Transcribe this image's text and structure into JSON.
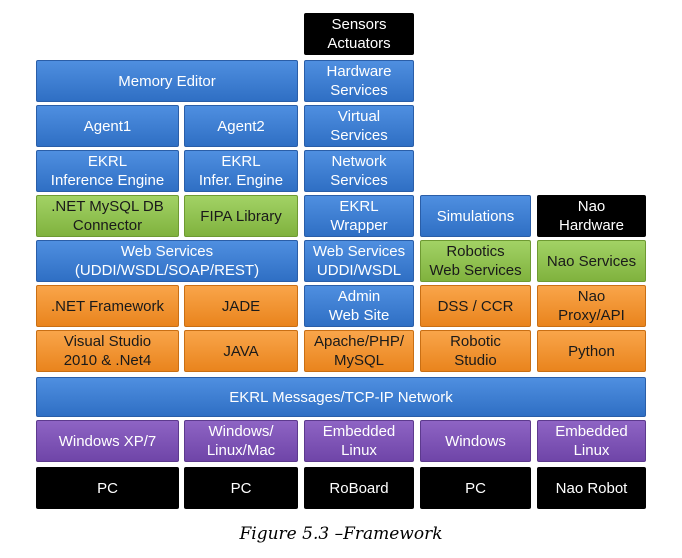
{
  "blocks": [
    {
      "id": "sensors-actuators",
      "text": "Sensors\nActuators",
      "color": "black"
    },
    {
      "id": "memory-editor",
      "text": "Memory Editor",
      "color": "blue"
    },
    {
      "id": "hardware-services",
      "text": "Hardware\nServices",
      "color": "blue"
    },
    {
      "id": "agent1",
      "text": "Agent1",
      "color": "blue"
    },
    {
      "id": "agent2",
      "text": "Agent2",
      "color": "blue"
    },
    {
      "id": "virtual-services",
      "text": "Virtual\nServices",
      "color": "blue"
    },
    {
      "id": "ekrl-inference-engine",
      "text": "EKRL\nInference  Engine",
      "color": "blue"
    },
    {
      "id": "ekrl-infer-engine",
      "text": "EKRL\nInfer. Engine",
      "color": "blue"
    },
    {
      "id": "network-services",
      "text": "Network\nServices",
      "color": "blue"
    },
    {
      "id": "net-mysql-db-connector",
      "text": ".NET MySQL DB\nConnector",
      "color": "green"
    },
    {
      "id": "fipa-library",
      "text": "FIPA Library",
      "color": "green"
    },
    {
      "id": "ekrl-wrapper",
      "text": "EKRL\nWrapper",
      "color": "blue"
    },
    {
      "id": "simulations",
      "text": "Simulations",
      "color": "blue"
    },
    {
      "id": "nao-hardware",
      "text": "Nao\nHardware",
      "color": "black"
    },
    {
      "id": "web-services-rest",
      "text": "Web Services\n(UDDI/WSDL/SOAP/REST)",
      "color": "blue"
    },
    {
      "id": "web-services-uddi",
      "text": "Web Services\nUDDI/WSDL",
      "color": "blue"
    },
    {
      "id": "robotics-web-services",
      "text": "Robotics\nWeb Services",
      "color": "green"
    },
    {
      "id": "nao-services",
      "text": "Nao Services",
      "color": "green"
    },
    {
      "id": "net-framework",
      "text": ".NET Framework",
      "color": "orange"
    },
    {
      "id": "jade",
      "text": "JADE",
      "color": "orange"
    },
    {
      "id": "admin-web-site",
      "text": "Admin\nWeb Site",
      "color": "blue"
    },
    {
      "id": "dss-ccr",
      "text": "DSS / CCR",
      "color": "orange"
    },
    {
      "id": "nao-proxy-api",
      "text": "Nao\nProxy/API",
      "color": "orange"
    },
    {
      "id": "visual-studio",
      "text": "Visual Studio\n2010 & .Net4",
      "color": "orange"
    },
    {
      "id": "java",
      "text": "JAVA",
      "color": "orange"
    },
    {
      "id": "apache-php-mysql",
      "text": "Apache/PHP/\nMySQL",
      "color": "orange"
    },
    {
      "id": "robotic-studio",
      "text": "Robotic\nStudio",
      "color": "orange"
    },
    {
      "id": "python",
      "text": "Python",
      "color": "orange"
    },
    {
      "id": "ekrl-messages-network",
      "text": "EKRL Messages/TCP-IP Network",
      "color": "blue"
    },
    {
      "id": "windows-xp7",
      "text": "Windows XP/7",
      "color": "purple"
    },
    {
      "id": "windows-linux-mac",
      "text": "Windows/\nLinux/Mac",
      "color": "purple"
    },
    {
      "id": "embedded-linux-1",
      "text": "Embedded\nLinux",
      "color": "purple"
    },
    {
      "id": "windows",
      "text": "Windows",
      "color": "purple"
    },
    {
      "id": "embedded-linux-2",
      "text": "Embedded\nLinux",
      "color": "purple"
    },
    {
      "id": "pc-1",
      "text": "PC",
      "color": "black"
    },
    {
      "id": "pc-2",
      "text": "PC",
      "color": "black"
    },
    {
      "id": "roboard",
      "text": "RoBoard",
      "color": "black"
    },
    {
      "id": "pc-3",
      "text": "PC",
      "color": "black"
    },
    {
      "id": "nao-robot",
      "text": "Nao Robot",
      "color": "black"
    }
  ],
  "caption": "Figure 5.3 –Framework"
}
